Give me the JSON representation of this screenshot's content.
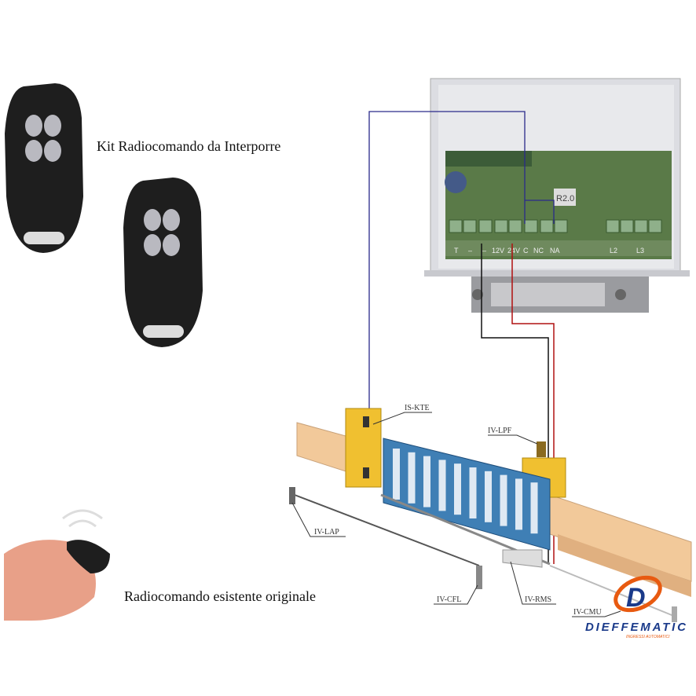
{
  "captions": {
    "kit": "Kit Radiocomando da Interporre",
    "existing": "Radiocomando esistente originale"
  },
  "terminals": [
    "T",
    "–",
    "–",
    "12V",
    "24V",
    "C",
    "NC",
    "NA",
    "L2",
    "L3"
  ],
  "board_label": "R2.0",
  "components": [
    "IS-KTE",
    "IV-LPF",
    "IV-LAP",
    "IV-CFL",
    "IV-RMS",
    "IV-CMU"
  ],
  "logo": {
    "name": "DIEFFEMATIC",
    "tagline": "INGRESSI AUTOMATICI",
    "mark": "D"
  },
  "colors": {
    "wire_blue": "#2a2a8a",
    "wire_red": "#b01010",
    "wire_black": "#111111",
    "gate": "#3f7fb5",
    "post": "#f0c030",
    "wall": "#f2c99a",
    "logo_blue": "#1a3a8a",
    "logo_orange": "#e85a10"
  }
}
